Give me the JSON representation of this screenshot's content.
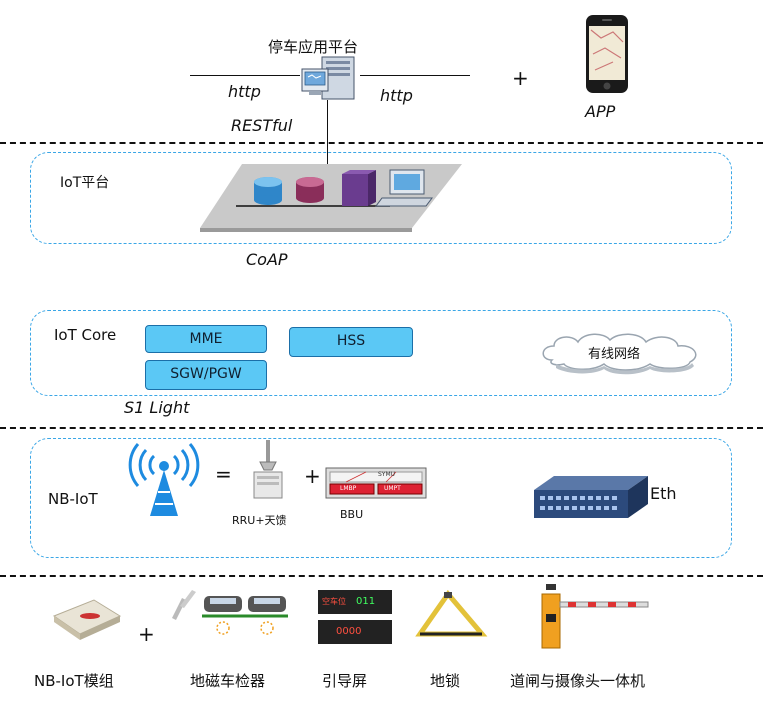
{
  "top": {
    "platform_title": "停车应用平台",
    "http_left": "http",
    "http_right": "http",
    "restful": "RESTful",
    "plus": "+",
    "app": "APP"
  },
  "iot_platform": {
    "label": "IoT平台",
    "coap": "CoAP"
  },
  "iot_core": {
    "label": "IoT Core",
    "mme": "MME",
    "hss": "HSS",
    "sgw": "SGW/PGW",
    "cloud": "有线网络",
    "s1": "S1 Light"
  },
  "nbiot": {
    "label": "NB-IoT",
    "equals": "=",
    "plus": "+",
    "rru": "RRU+天馈",
    "bbu": "BBU",
    "bbu_board1": "SYMU",
    "bbu_board2": "LMBP",
    "bbu_board3": "UMPT",
    "eth": "Eth"
  },
  "devices": {
    "module": "NB-IoT模组",
    "plus": "+",
    "detector": "地磁车检器",
    "guide": "引导屏",
    "guide_line1": "空车位",
    "guide_line2": "011",
    "guide_line3": "0000",
    "lock": "地锁",
    "gate": "道闸与摄像头一体机"
  },
  "colors": {
    "panel_border": "#3aa6e6",
    "box_fill": "#5bc8f5",
    "box_border": "#1b6fa8"
  }
}
